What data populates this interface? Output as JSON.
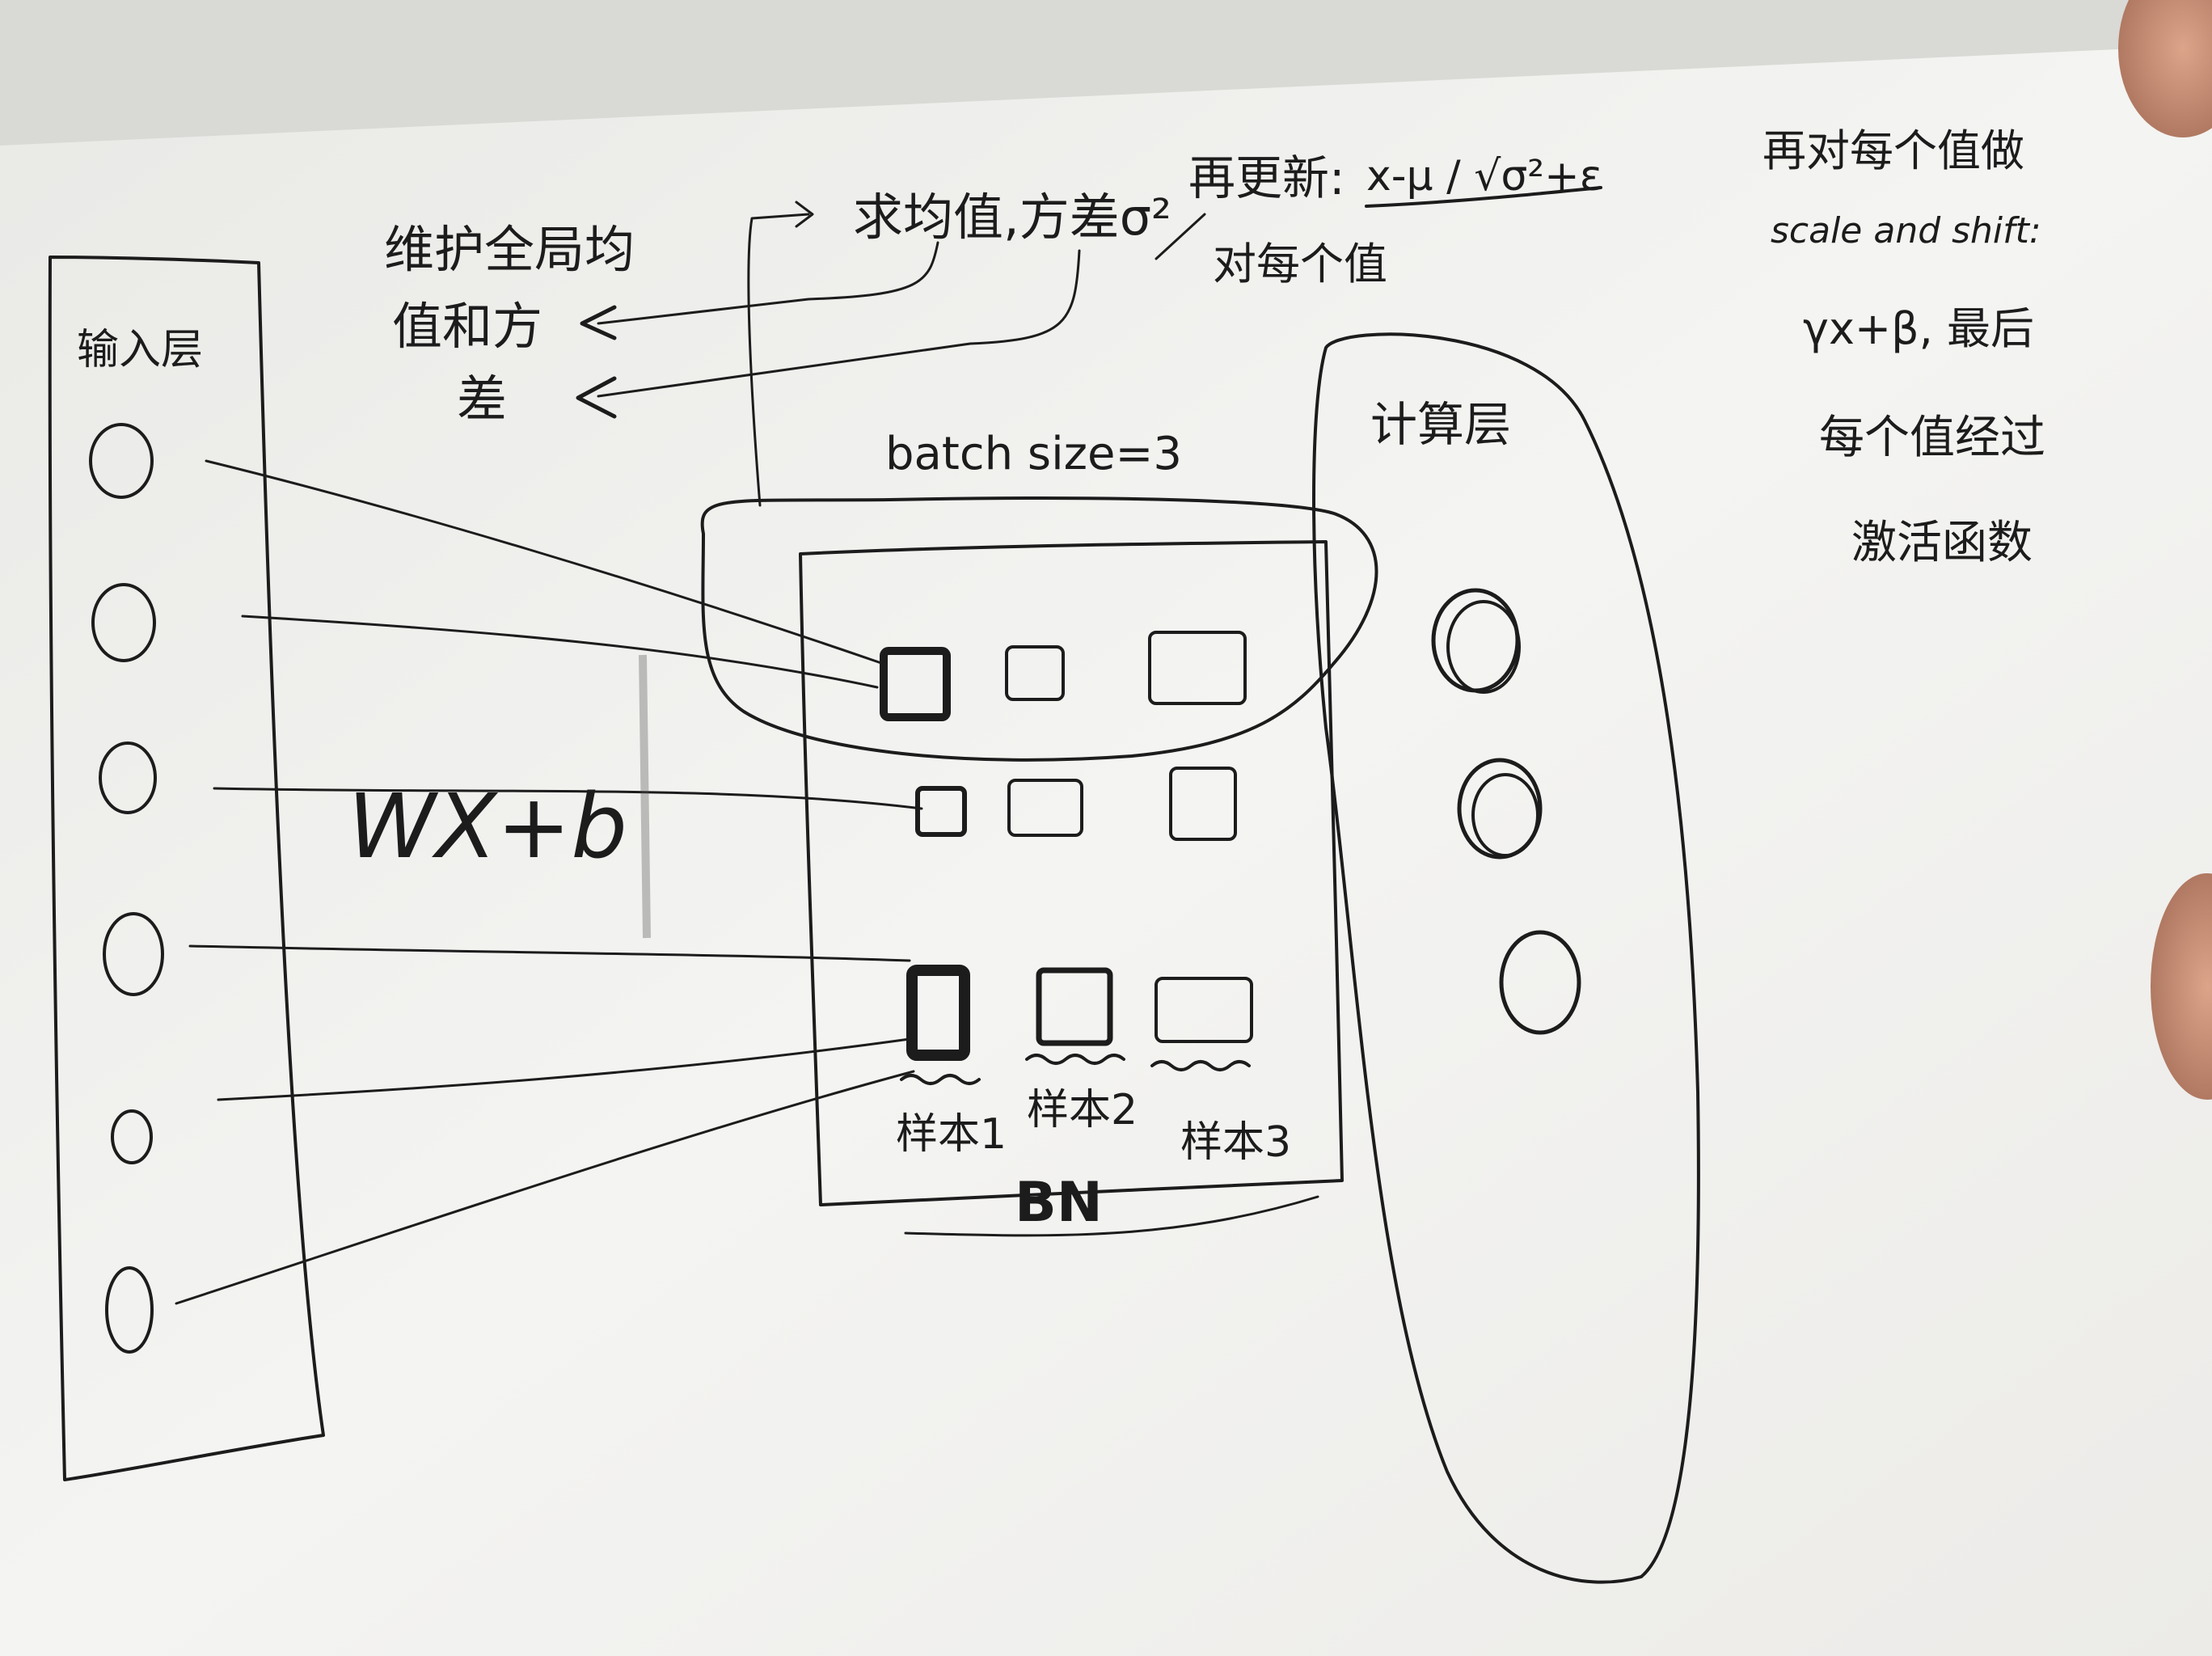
{
  "sketch": {
    "input_layer_label": "输入层",
    "hidden_layer_label": "计算层",
    "linear_label": "WX+b",
    "batch_size_label": "batch size=3",
    "bn_label": "BN",
    "sample_labels": [
      "样本1",
      "样本2",
      "样本3"
    ],
    "mean_var_label": "求均值,方差σ²",
    "maintain_label": [
      "维护全局均",
      "值和方",
      "差"
    ],
    "update_label": "再更新:",
    "update_formula": "x-μ / √σ²+ε",
    "per_value_label": "对每个值",
    "scale_shift_label": [
      "再对每个值做",
      "scale and shift:",
      "γx+β, 最后",
      "每个值经过",
      "激活函数"
    ],
    "input_node_count": 6,
    "hidden_node_count": 3
  },
  "colors": {
    "paper": "#f4f4f2",
    "ink": "#1c1c1c",
    "background": "#d9d9d6",
    "finger": "#c98f73"
  }
}
